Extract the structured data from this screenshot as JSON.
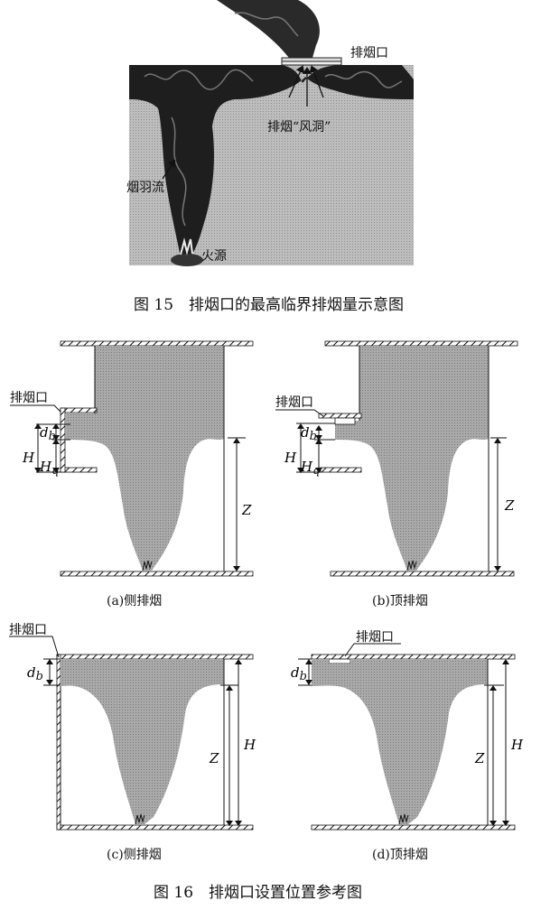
{
  "figure15": {
    "caption": "图 15　排烟口的最高临界排烟量示意图",
    "labels": {
      "outlet": "排烟口",
      "wind_tunnel": "排烟“风洞”",
      "plume": "烟羽流",
      "fire": "火源"
    }
  },
  "figure16": {
    "caption": "图 16　排烟口设置位置参考图",
    "panels": {
      "a": {
        "caption": "(a)侧排烟",
        "outlet": "排烟口"
      },
      "b": {
        "caption": "(b)顶排烟",
        "outlet": "排烟口"
      },
      "c": {
        "caption": "(c)侧排烟",
        "outlet": "排烟口"
      },
      "d": {
        "caption": "(d)顶排烟",
        "outlet": "排烟口"
      }
    },
    "symbols": {
      "d": "d",
      "d_sub": "b",
      "H": "H",
      "Hq": "H",
      "Hq_sub": "q",
      "Z": "Z"
    }
  }
}
